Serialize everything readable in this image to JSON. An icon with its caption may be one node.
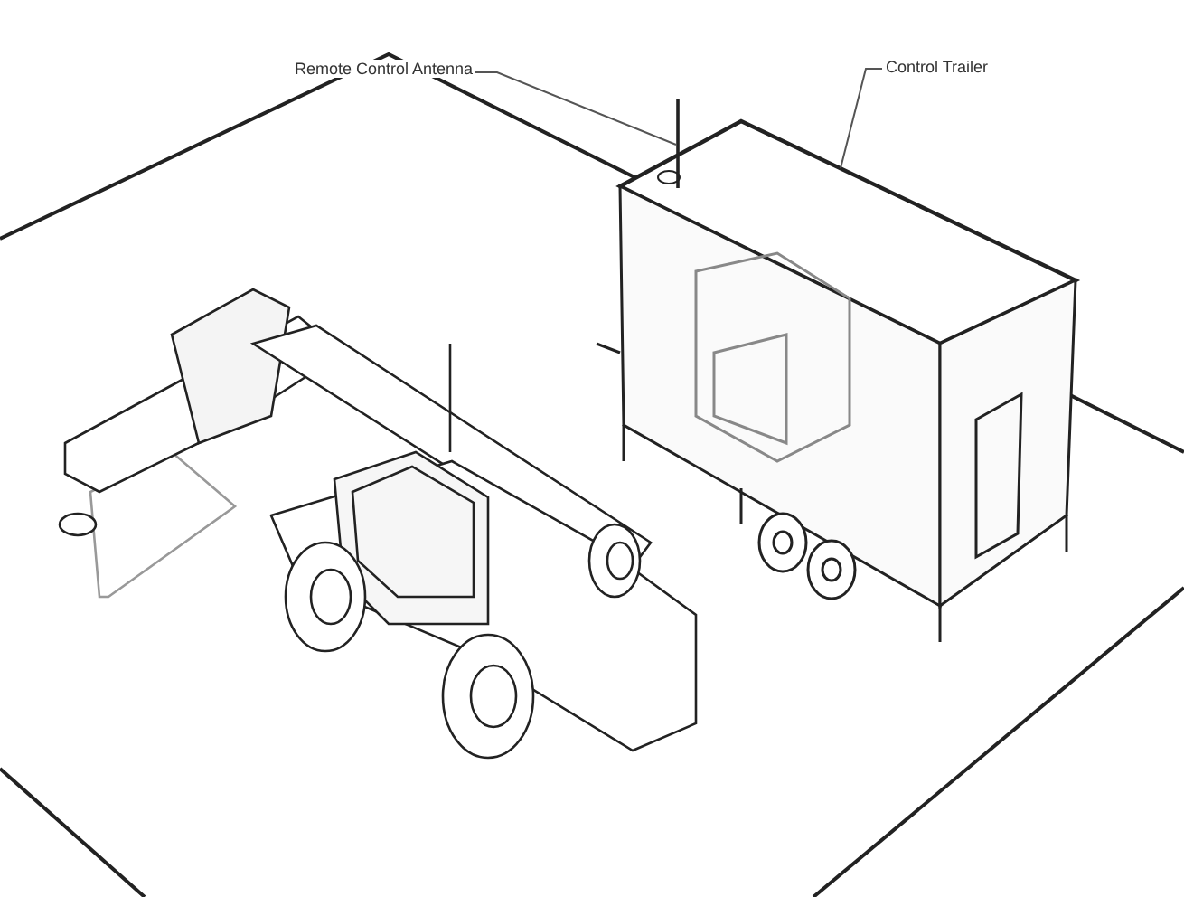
{
  "diagram": {
    "nodes": [
      {
        "text": [
          "Remote Control Antenna"
        ]
      },
      {
        "text": [],
        "shape": "picture"
      },
      {
        "text": [
          "Control Trailer"
        ]
      },
      {
        "text": [],
        "shape": "picture"
      }
    ],
    "edges": [
      {
        "from": 0,
        "to": 1,
        "arrow": "none"
      },
      {
        "from": 2,
        "to": 3,
        "arrow": "none"
      }
    ]
  }
}
